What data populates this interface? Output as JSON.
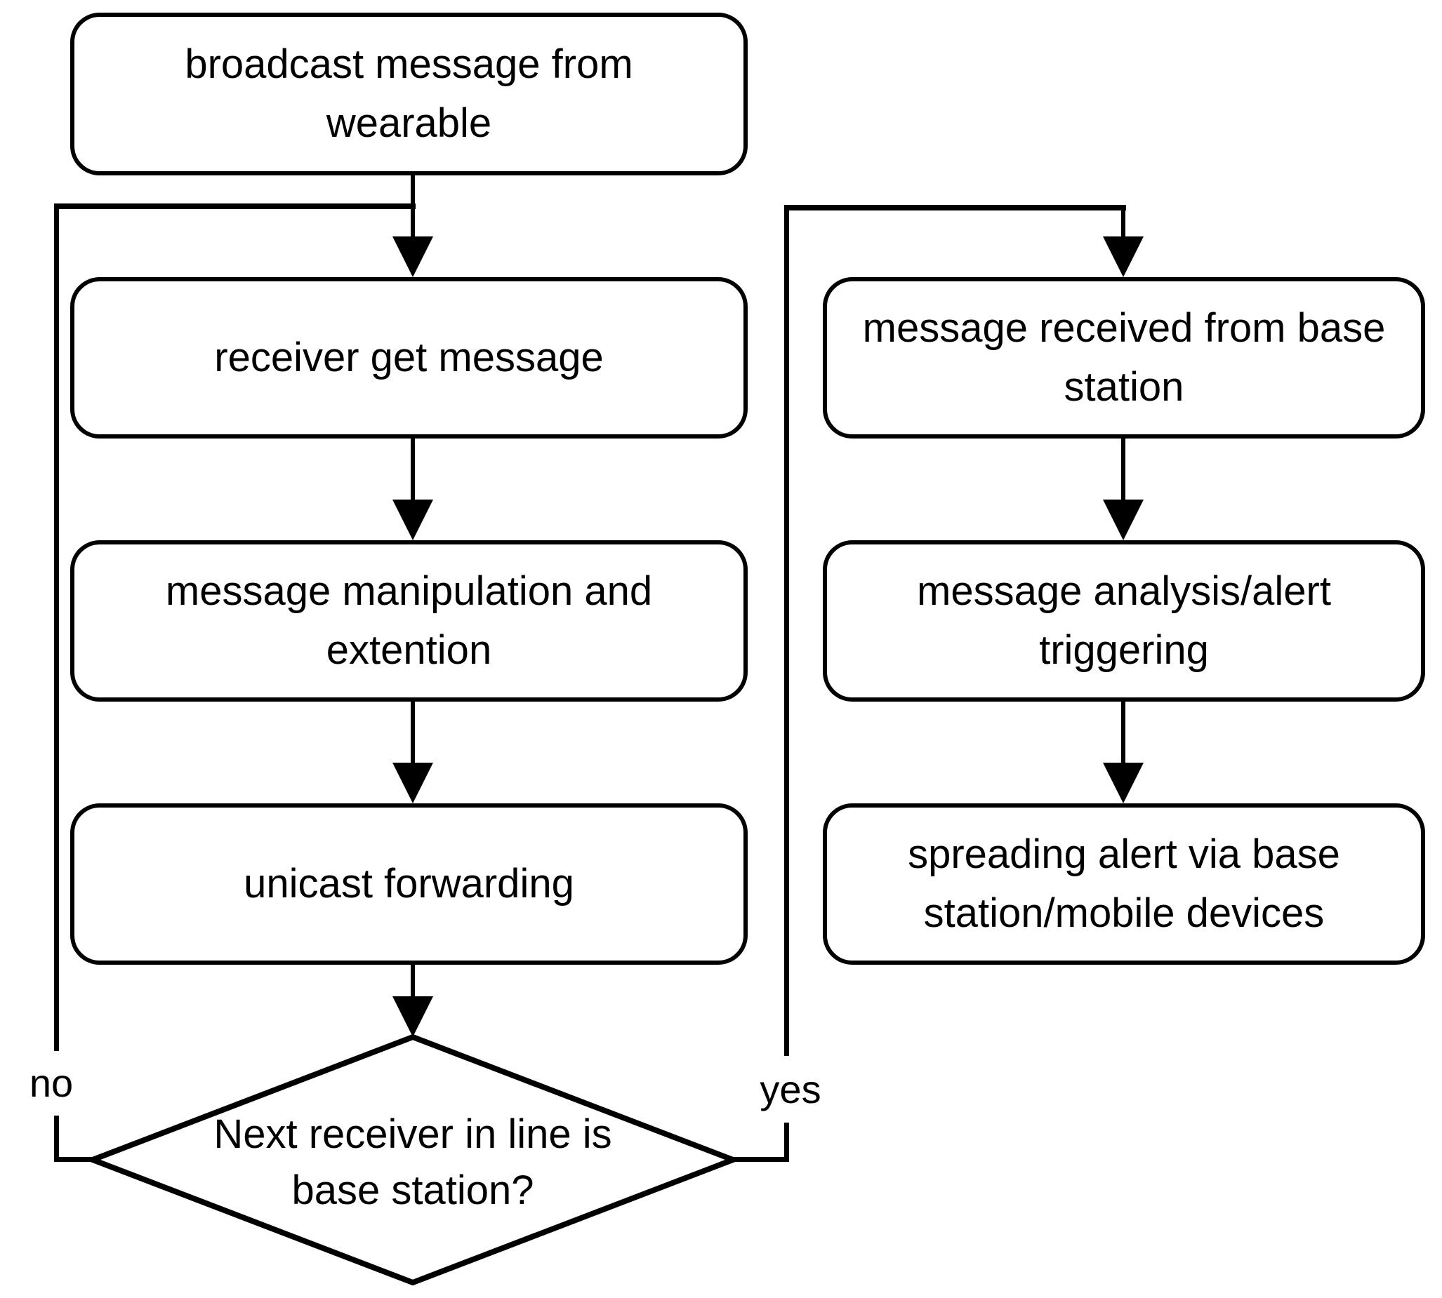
{
  "flowchart": {
    "left_column": [
      {
        "lines": [
          "broadcast message from",
          "wearable"
        ]
      },
      {
        "lines": [
          "receiver get message"
        ]
      },
      {
        "lines": [
          "message manipulation and",
          "extention"
        ]
      },
      {
        "lines": [
          "unicast forwarding"
        ]
      }
    ],
    "decision": {
      "lines": [
        "Next receiver in line is",
        "base station?"
      ]
    },
    "branches": {
      "no": "no",
      "yes": "yes"
    },
    "right_column": [
      {
        "lines": [
          "message received from base",
          "station"
        ]
      },
      {
        "lines": [
          "message analysis/alert",
          "triggering"
        ]
      },
      {
        "lines": [
          "spreading alert via base",
          "station/mobile devices"
        ]
      }
    ],
    "colors": {
      "stroke": "#000000",
      "fill": "#ffffff",
      "text": "#000000"
    }
  }
}
